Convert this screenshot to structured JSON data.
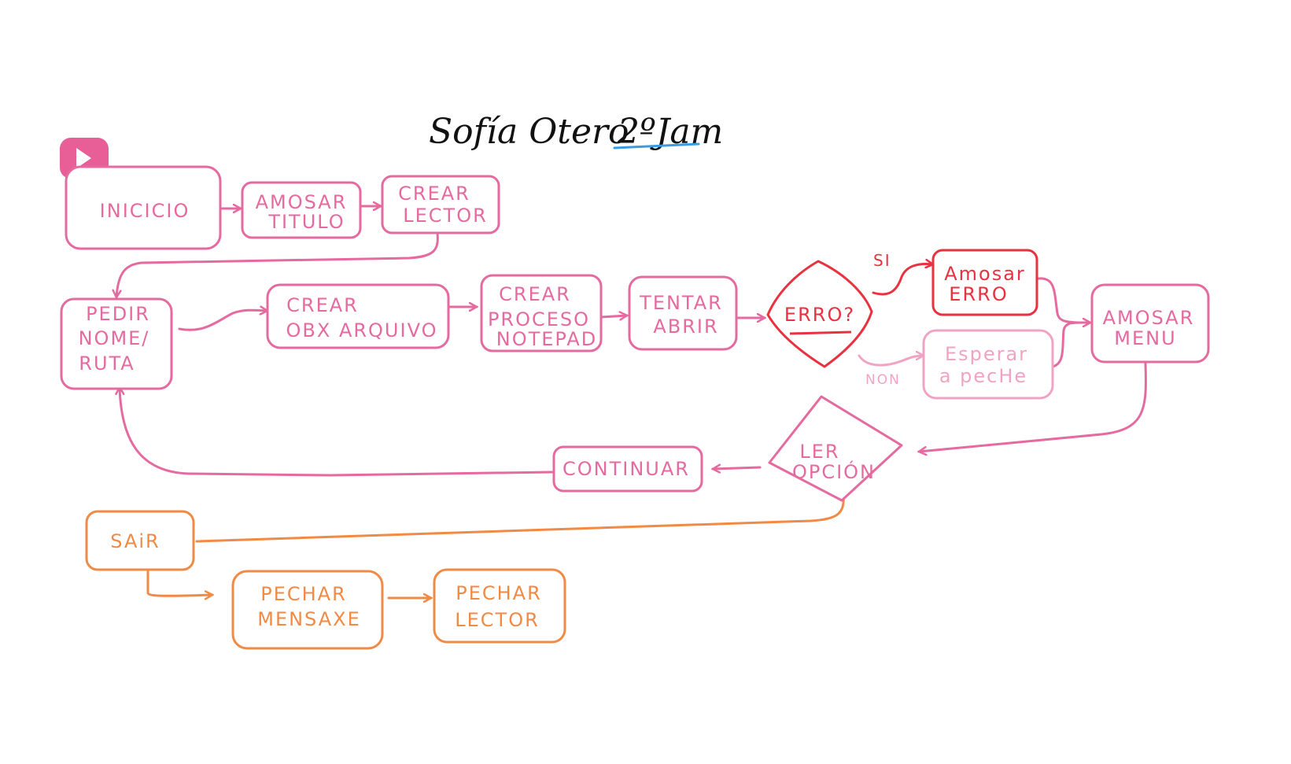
{
  "colors": {
    "main": "#e56aa0",
    "error": "#e8323f",
    "muted": "#f0a4c4",
    "exit": "#f08a45",
    "underline": "#3a9be0",
    "title": "#111111",
    "play_badge": "#e85e96"
  },
  "title": {
    "name": "Sofía Otero",
    "suffix": "2ºJam"
  },
  "icons": {
    "play": "play-icon"
  },
  "nodes": {
    "inicio": "INICICIO",
    "amosar_titulo": [
      "AMOSAR",
      "TITULO"
    ],
    "crear_lector": [
      "CREAR",
      "LECTOR"
    ],
    "pedir": [
      "PEDIR",
      "NOME/",
      "RUTA"
    ],
    "crear_obx": [
      "CREAR",
      "OBX ARQUIVO"
    ],
    "crear_proceso": [
      "CREAR",
      "PROCESO",
      "NOTEPAD"
    ],
    "tentar_abrir": [
      "TENTAR",
      "ABRIR"
    ],
    "erro": "ERRO?",
    "amosar_erro": [
      "Amosar",
      "ERRO"
    ],
    "esperar": [
      "Esperar",
      "a pecHe"
    ],
    "amosar_menu": [
      "AMOSAR",
      "MENU"
    ],
    "ler_opcion": [
      "LER",
      "OPCIÓN"
    ],
    "continuar": "CONTINUAR",
    "sair": "SAiR",
    "pechar_mensaxe": [
      "PECHAR",
      "MENSAXE"
    ],
    "pechar_lector": [
      "PECHAR",
      "LECTOR"
    ]
  },
  "edge_labels": {
    "si": "SI",
    "non": "NON"
  }
}
